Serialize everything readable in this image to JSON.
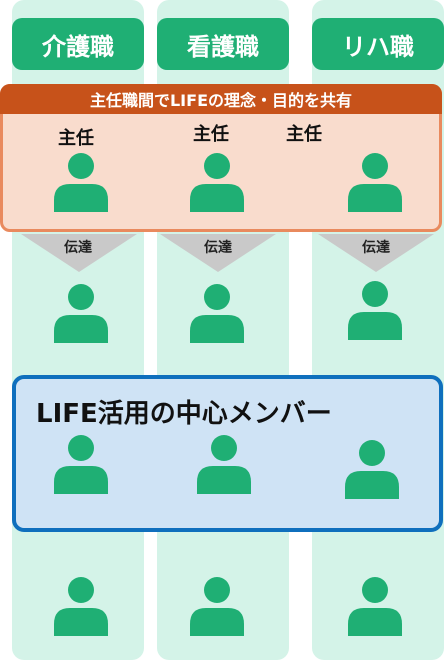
{
  "columns": [
    {
      "header": "介護職"
    },
    {
      "header": "看護職"
    },
    {
      "header": "リハ職"
    }
  ],
  "leader_group": {
    "banner": "主任職間でLIFEの理念・目的を共有",
    "roles": [
      "主任",
      "主任",
      "主任"
    ]
  },
  "transmit": {
    "label": "伝達"
  },
  "core_group": {
    "title": "LIFE活用の中心メンバー"
  },
  "icons": {
    "person": "person-icon"
  },
  "colors": {
    "column_bg": "#d4f3e8",
    "header_bg": "#1faf74",
    "person": "#1faf74",
    "leader_banner": "#c7521a",
    "leader_bg": "#f9dccd",
    "leader_border": "#e98a5e",
    "core_bg": "#cfe3f5",
    "core_border": "#0f6fbd",
    "arrow": "#c9c9c9"
  }
}
